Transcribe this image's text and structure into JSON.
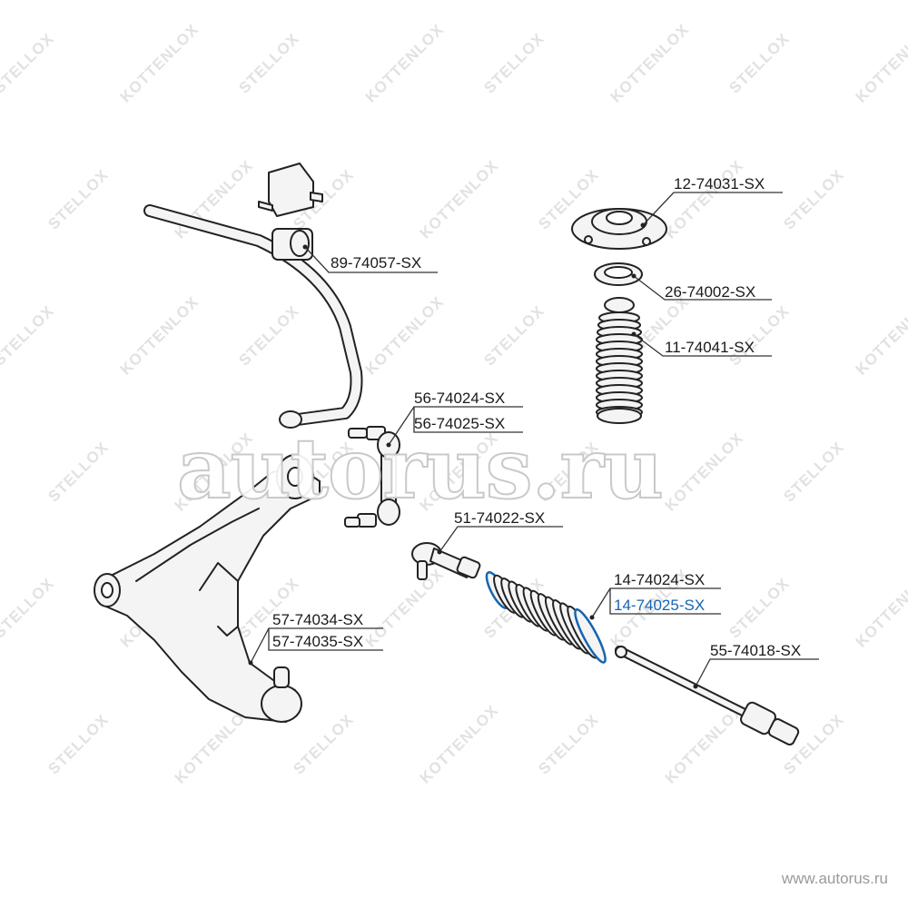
{
  "watermark": {
    "brand": "STELLOX",
    "model": "KOTTENLOX",
    "site": "autorus.ru",
    "footer": "www.autorus.ru"
  },
  "parts": {
    "stabilizer_bushing": "89-74057-SX",
    "strut_mount": "12-74031-SX",
    "bearing": "26-74002-SX",
    "dust_boot": "11-74041-SX",
    "stab_link_1": "56-74024-SX",
    "stab_link_2": "56-74025-SX",
    "tie_rod_end": "51-74022-SX",
    "steering_boot_1": "14-74024-SX",
    "steering_boot_2": "14-74025-SX",
    "inner_tie_rod": "55-74018-SX",
    "control_arm_1": "57-74034-SX",
    "control_arm_2": "57-74035-SX"
  },
  "colors": {
    "line": "#222222",
    "highlight": "#1565b0",
    "watermark": "#e2e2e2",
    "part_fill": "#f4f4f4"
  }
}
